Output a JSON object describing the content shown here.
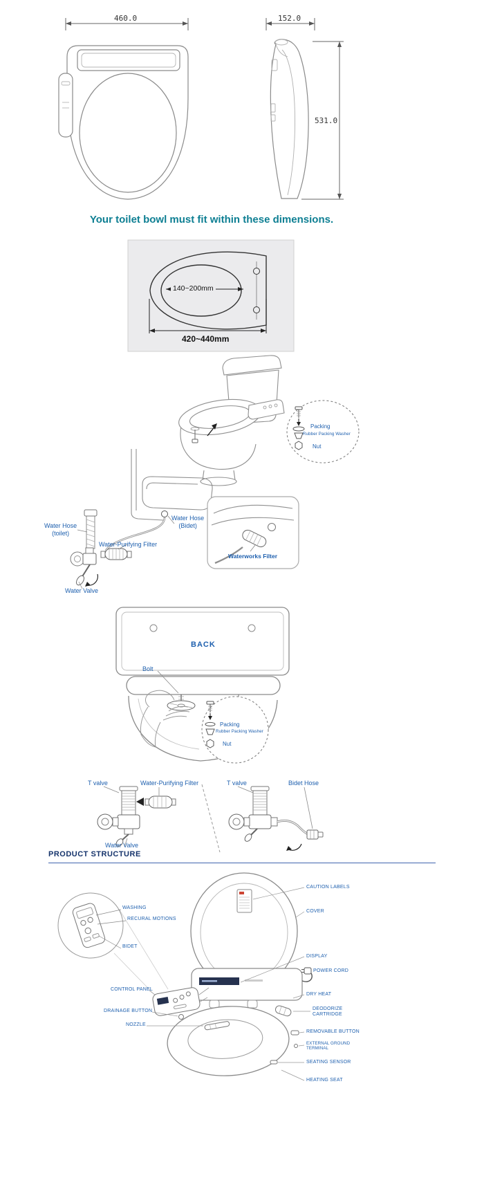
{
  "dims": {
    "front_width": "460.0",
    "side_depth": "152.0",
    "height": "531.0"
  },
  "fit_heading": "Your toilet bowl must fit within these dimensions.",
  "bowl": {
    "bolt_span": "140~200mm",
    "width_span": "420~440mm"
  },
  "install_callout": {
    "packing": "Packing",
    "rubber_washer": "Rubber Packing Washer",
    "nut": "Nut"
  },
  "hookup": {
    "water_hose_toilet_line1": "Water Hose",
    "water_hose_toilet_line2": "(toilet)",
    "water_hose_bidet_line1": "Water Hose",
    "water_hose_bidet_line2": "(Bidet)",
    "purifying_filter": "Water-Purifying Filter",
    "water_valve": "Water Valve",
    "waterworks_filter": "Waterworks Filter"
  },
  "back_view": {
    "title": "BACK",
    "bolt": "Bolt",
    "packing": "Packing",
    "rubber_washer": "Rubber Packing Washer",
    "nut": "Nut"
  },
  "valves": {
    "t_valve_left": "T valve",
    "purifying_filter": "Water-Purifying Filter",
    "water_valve": "Water Valve",
    "t_valve_right": "T valve",
    "bidet_hose": "Bidet Hose"
  },
  "product_structure": {
    "title": "PRODUCT STRUCTURE",
    "washing": "WASHING",
    "recural_motions": "RECURAL MOTIONS",
    "bidet": "BIDET",
    "control_panel": "CONTROL PANEL",
    "drainage_button": "DRAINAGE BUTTON",
    "nozzle": "NOZZLE",
    "caution_labels": "CAUTION LABELS",
    "cover": "COVER",
    "display": "DISPLAY",
    "power_cord": "POWER CORD",
    "dry_heat": "DRY HEAT",
    "deodorize_line1": "DEODORIZE",
    "deodorize_line2": "CARTRIDGE",
    "removable_button": "REMOVABLE BUTTON",
    "ground_line1": "EXTERNAL GROUND",
    "ground_line2": "TERMINAL",
    "seating_sensor": "SEATING SENSOR",
    "heating_seat": "HEATING SEAT"
  }
}
